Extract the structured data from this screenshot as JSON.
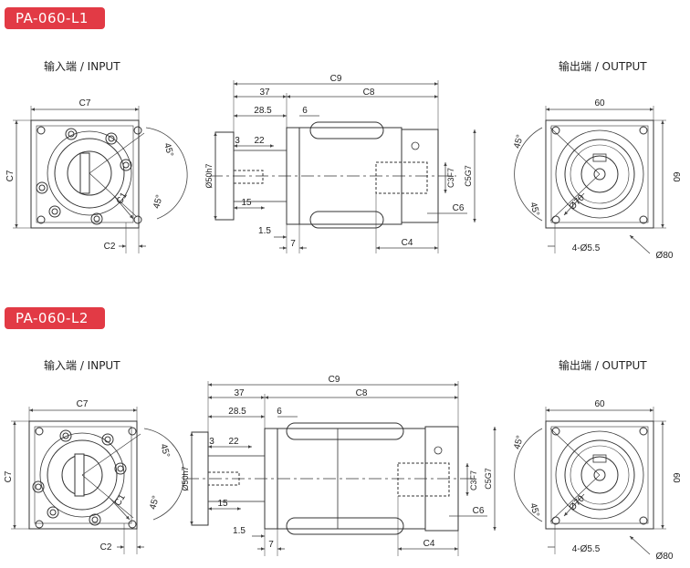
{
  "colors": {
    "badge_bg": "#e23a45",
    "line": "#333333",
    "dim": "#444444"
  },
  "sections": [
    {
      "model": "PA-060-L1",
      "input_label": "输入端 / INPUT",
      "output_label": "输出端 / OUTPUT",
      "input_dims": {
        "c7_top": "C7",
        "c7_side": "C7",
        "c2": "C2",
        "c1": "C1",
        "angle_a": "45°",
        "angle_b": "45°"
      },
      "side_dims": {
        "c9": "C9",
        "d37": "37",
        "c8": "C8",
        "d28_5": "28.5",
        "d6": "6",
        "d3": "3",
        "d22": "22",
        "d50h7": "Ø50h7",
        "d15": "15",
        "d1_5": "1.5",
        "d7": "7",
        "c3f7": "C3F7",
        "c5g7": "C5G7",
        "c6": "C6",
        "c4": "C4"
      },
      "output_dims": {
        "d60_top": "60",
        "d60_side": "60",
        "angle_a": "45°",
        "angle_b": "45°",
        "d70": "Ø70",
        "holes": "4-Ø5.5",
        "d80": "Ø80"
      }
    },
    {
      "model": "PA-060-L2",
      "input_label": "输入端 / INPUT",
      "output_label": "输出端 / OUTPUT",
      "input_dims": {
        "c7_top": "C7",
        "c7_side": "C7",
        "c2": "C2",
        "c1": "C1",
        "angle_a": "45°",
        "angle_b": "45°"
      },
      "side_dims": {
        "c9": "C9",
        "d37": "37",
        "c8": "C8",
        "d28_5": "28.5",
        "d6": "6",
        "d3": "3",
        "d22": "22",
        "d50h7": "Ø50h7",
        "d15": "15",
        "d1_5": "1.5",
        "d7": "7",
        "c3f7": "C3F7",
        "c5g7": "C5G7",
        "c6": "C6",
        "c4": "C4"
      },
      "output_dims": {
        "d60_top": "60",
        "d60_side": "60",
        "angle_a": "45°",
        "angle_b": "45°",
        "d70": "Ø70",
        "holes": "4-Ø5.5",
        "d80": "Ø80"
      }
    }
  ]
}
